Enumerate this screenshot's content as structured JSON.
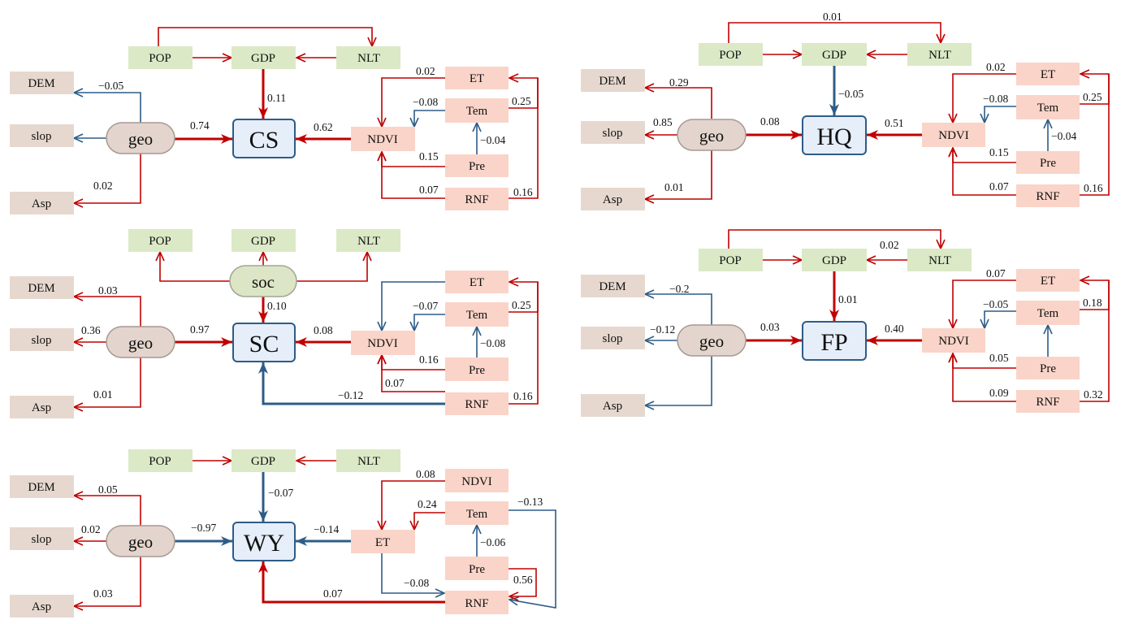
{
  "colors": {
    "red": "#c00000",
    "blue": "#2e5c87",
    "green_box": "#dbe9c6",
    "pink_box": "#fad4c8",
    "tan_box": "#e6d8cf",
    "outcome_fill": "#e6eefa",
    "outcome_border": "#2e5c87",
    "oval_geo": "#e3d5cd",
    "oval_soc": "#dce6c6"
  },
  "panels": [
    {
      "id": "cs",
      "nodes": {
        "pop": "POP",
        "gdp": "GDP",
        "nlt": "NLT",
        "dem": "DEM",
        "slop": "slop",
        "asp": "Asp",
        "geo": "geo",
        "out": "CS",
        "ndvi": "NDVI",
        "et": "ET",
        "tem": "Tem",
        "pre": "Pre",
        "rnf": "RNF"
      },
      "coefs": {
        "gdp_out": "0.11",
        "geo_dem": "−0.05",
        "geo_out": "0.74",
        "geo_asp": "0.02",
        "ndvi_out": "0.62",
        "et_ndvi": "0.02",
        "tem_ndvi": "−0.08",
        "tem_et": "0.25",
        "pre_tem": "−0.04",
        "pre_ndvi": "0.15",
        "rnf_ndvi": "0.07",
        "rnf_et": "0.16"
      }
    },
    {
      "id": "hq",
      "nodes": {
        "pop": "POP",
        "gdp": "GDP",
        "nlt": "NLT",
        "dem": "DEM",
        "slop": "slop",
        "asp": "Asp",
        "geo": "geo",
        "out": "HQ",
        "ndvi": "NDVI",
        "et": "ET",
        "tem": "Tem",
        "pre": "Pre",
        "rnf": "RNF"
      },
      "coefs": {
        "pop_nlt": "0.01",
        "gdp_out": "−0.05",
        "geo_dem": "0.29",
        "geo_slop": "0.85",
        "geo_out": "0.08",
        "geo_asp": "0.01",
        "ndvi_out": "0.51",
        "et_ndvi": "0.02",
        "tem_ndvi": "−0.08",
        "tem_et": "0.25",
        "pre_tem": "−0.04",
        "pre_ndvi": "0.15",
        "rnf_ndvi": "0.07",
        "rnf_et": "0.16"
      }
    },
    {
      "id": "sc",
      "nodes": {
        "pop": "POP",
        "gdp": "GDP",
        "nlt": "NLT",
        "soc": "soc",
        "dem": "DEM",
        "slop": "slop",
        "asp": "Asp",
        "geo": "geo",
        "out": "SC",
        "ndvi": "NDVI",
        "et": "ET",
        "tem": "Tem",
        "pre": "Pre",
        "rnf": "RNF"
      },
      "coefs": {
        "soc_out": "0.10",
        "geo_dem": "0.03",
        "geo_slop": "0.36",
        "geo_out": "0.97",
        "geo_asp": "0.01",
        "ndvi_out": "0.08",
        "tem_ndvi": "−0.07",
        "tem_et": "0.25",
        "pre_tem": "−0.08",
        "pre_ndvi": "0.16",
        "rnf_ndvi": "0.07",
        "rnf_out": "−0.12",
        "rnf_et": "0.16"
      }
    },
    {
      "id": "fp",
      "nodes": {
        "pop": "POP",
        "gdp": "GDP",
        "nlt": "NLT",
        "dem": "DEM",
        "slop": "slop",
        "asp": "Asp",
        "geo": "geo",
        "out": "FP",
        "ndvi": "NDVI",
        "et": "ET",
        "tem": "Tem",
        "pre": "Pre",
        "rnf": "RNF"
      },
      "coefs": {
        "nlt_gdp": "0.02",
        "gdp_out": "0.01",
        "geo_dem": "−0.2",
        "geo_slop": "−0.12",
        "geo_out": "0.03",
        "ndvi_out": "0.40",
        "et_ndvi": "0.07",
        "tem_ndvi": "−0.05",
        "tem_et": "0.18",
        "pre_ndvi": "0.05",
        "rnf_ndvi": "0.09",
        "rnf_et": "0.32"
      }
    },
    {
      "id": "wy",
      "nodes": {
        "pop": "POP",
        "gdp": "GDP",
        "nlt": "NLT",
        "dem": "DEM",
        "slop": "slop",
        "asp": "Asp",
        "geo": "geo",
        "out": "WY",
        "ndvi": "NDVI",
        "et": "ET",
        "tem": "Tem",
        "pre": "Pre",
        "rnf": "RNF"
      },
      "coefs": {
        "gdp_out": "−0.07",
        "geo_dem": "0.05",
        "geo_slop": "0.02",
        "geo_out": "−0.97",
        "geo_asp": "0.03",
        "et_out": "−0.14",
        "ndvi_et": "0.08",
        "tem_et": "0.24",
        "tem_rnf": "−0.13",
        "pre_tem": "−0.06",
        "pre_rnf": "0.56",
        "et_rnf": "−0.08",
        "rnf_out": "0.07"
      }
    }
  ]
}
